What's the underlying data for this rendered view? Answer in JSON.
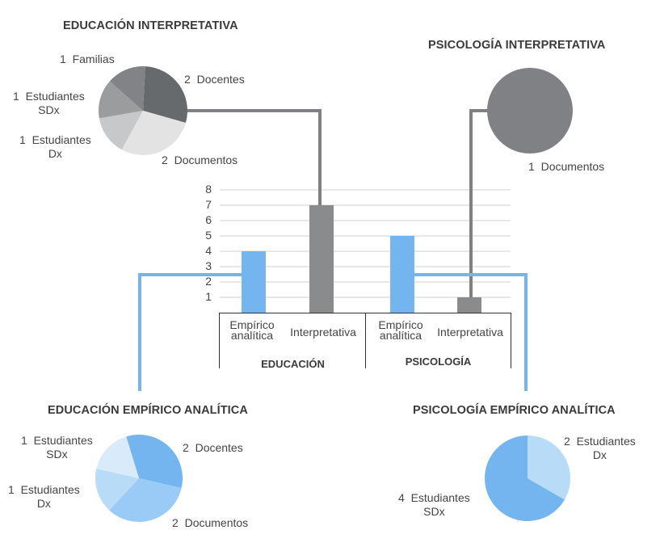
{
  "colors": {
    "blue": "#74b5f0",
    "gray": "#8a8b8d",
    "connector_gray": "#7f8083",
    "grid": "#cfcfcf",
    "axis": "#333333"
  },
  "titles": {
    "edu_interp": "EDUCACIÓN INTERPRETATIVA",
    "psi_interp": "PSICOLOGÍA INTERPRETATIVA",
    "edu_emp": "EDUCACIÓN EMPÍRICO ANALÍTICA",
    "psi_emp": "PSICOLOGÍA EMPÍRICO ANALÍTICA"
  },
  "chart_data": [
    {
      "type": "bar",
      "title": "",
      "groups": [
        "EDUCACIÓN",
        "PSICOLOGÍA"
      ],
      "categories": [
        "Empírico analítica",
        "Interpretativa",
        "Empírico analítica",
        "Interpretativa"
      ],
      "values": [
        4,
        7,
        5,
        1
      ],
      "bar_colors": [
        "#74b5f0",
        "#8a8b8d",
        "#74b5f0",
        "#8a8b8d"
      ],
      "yticks": [
        1,
        2,
        3,
        4,
        5,
        6,
        7,
        8
      ],
      "ylim": [
        0,
        8
      ],
      "grid": true,
      "xlabel": "",
      "ylabel": ""
    },
    {
      "type": "pie",
      "title": "EDUCACIÓN INTERPRETATIVA",
      "slices": [
        {
          "label": "Docentes",
          "value": 2,
          "color": "#676a6d"
        },
        {
          "label": "Documentos",
          "value": 2,
          "color": "#e3e3e4"
        },
        {
          "label": "Estudiantes Dx",
          "value": 1,
          "color": "#c7c8c9"
        },
        {
          "label": "Estudiantes SDx",
          "value": 1,
          "color": "#9a9c9e"
        },
        {
          "label": "Familias",
          "value": 1,
          "color": "#828386"
        }
      ]
    },
    {
      "type": "pie",
      "title": "PSICOLOGÍA INTERPRETATIVA",
      "slices": [
        {
          "label": "Documentos",
          "value": 1,
          "color": "#808184"
        }
      ]
    },
    {
      "type": "pie",
      "title": "EDUCACIÓN EMPÍRICO ANALÍTICA",
      "slices": [
        {
          "label": "Docentes",
          "value": 2,
          "color": "#74b5f0"
        },
        {
          "label": "Documentos",
          "value": 2,
          "color": "#9acaf6"
        },
        {
          "label": "Estudiantes Dx",
          "value": 1,
          "color": "#b8dbf8"
        },
        {
          "label": "Estudiantes SDx",
          "value": 1,
          "color": "#d9ebfb"
        }
      ]
    },
    {
      "type": "pie",
      "title": "PSICOLOGÍA EMPÍRICO ANALÍTICA",
      "slices": [
        {
          "label": "Estudiantes Dx",
          "value": 2,
          "color": "#b8dbf8"
        },
        {
          "label": "Estudiantes SDx",
          "value": 4,
          "color": "#74b5f0"
        }
      ]
    }
  ],
  "pie_labels": {
    "edu_interp": [
      {
        "num": "1",
        "text": "Familias",
        "sub": ""
      },
      {
        "num": "2",
        "text": "Docentes",
        "sub": ""
      },
      {
        "num": "1",
        "text": "Estudiantes",
        "sub": "SDx"
      },
      {
        "num": "1",
        "text": "Estudiantes",
        "sub": "Dx"
      },
      {
        "num": "2",
        "text": "Documentos",
        "sub": ""
      }
    ],
    "psi_interp": [
      {
        "num": "1",
        "text": "Documentos",
        "sub": ""
      }
    ],
    "edu_emp": [
      {
        "num": "1",
        "text": "Estudiantes",
        "sub": "SDx"
      },
      {
        "num": "2",
        "text": "Docentes",
        "sub": ""
      },
      {
        "num": "1",
        "text": "Estudiantes",
        "sub": "Dx"
      },
      {
        "num": "2",
        "text": "Documentos",
        "sub": ""
      }
    ],
    "psi_emp": [
      {
        "num": "2",
        "text": "Estudiantes",
        "sub": "Dx"
      },
      {
        "num": "4",
        "text": "Estudiantes",
        "sub": "SDx"
      }
    ]
  },
  "bar_axis": {
    "category_labels": [
      {
        "line1": "Empírico",
        "line2": "analítica"
      },
      {
        "line1": "Interpretativa",
        "line2": ""
      },
      {
        "line1": "Empírico",
        "line2": "analítica"
      },
      {
        "line1": "Interpretativa",
        "line2": ""
      }
    ],
    "group_labels": [
      "EDUCACIÓN",
      "PSICOLOGÍA"
    ]
  }
}
